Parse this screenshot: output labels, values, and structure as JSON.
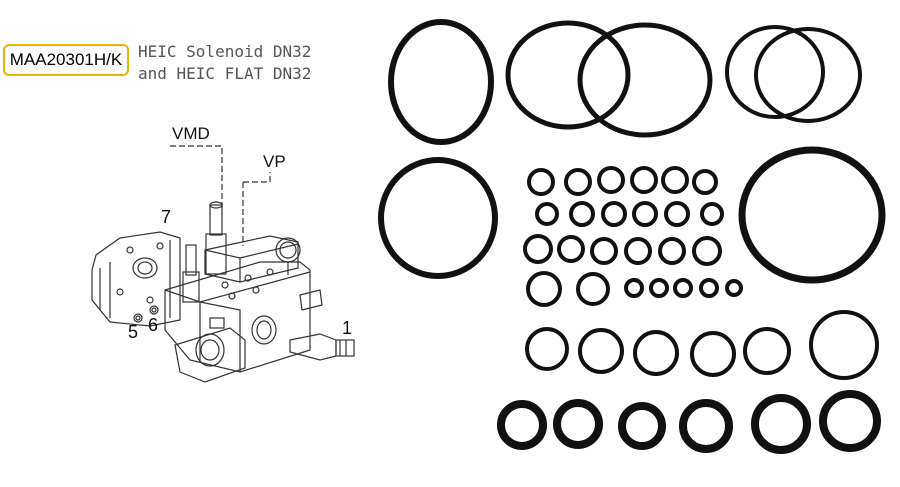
{
  "header": {
    "part_number": "MAA20301H/K",
    "title_line1": "HEIC Solenoid DN32",
    "title_line2": "and HEIC FLAT DN32"
  },
  "callouts": {
    "vmd": "VMD",
    "vp": "VP",
    "item_7": "7",
    "item_5": "5",
    "item_6": "6",
    "item_1": "1"
  },
  "colors": {
    "badge_border": "#e8b400",
    "ring": "#111111",
    "line_art": "#333333"
  }
}
